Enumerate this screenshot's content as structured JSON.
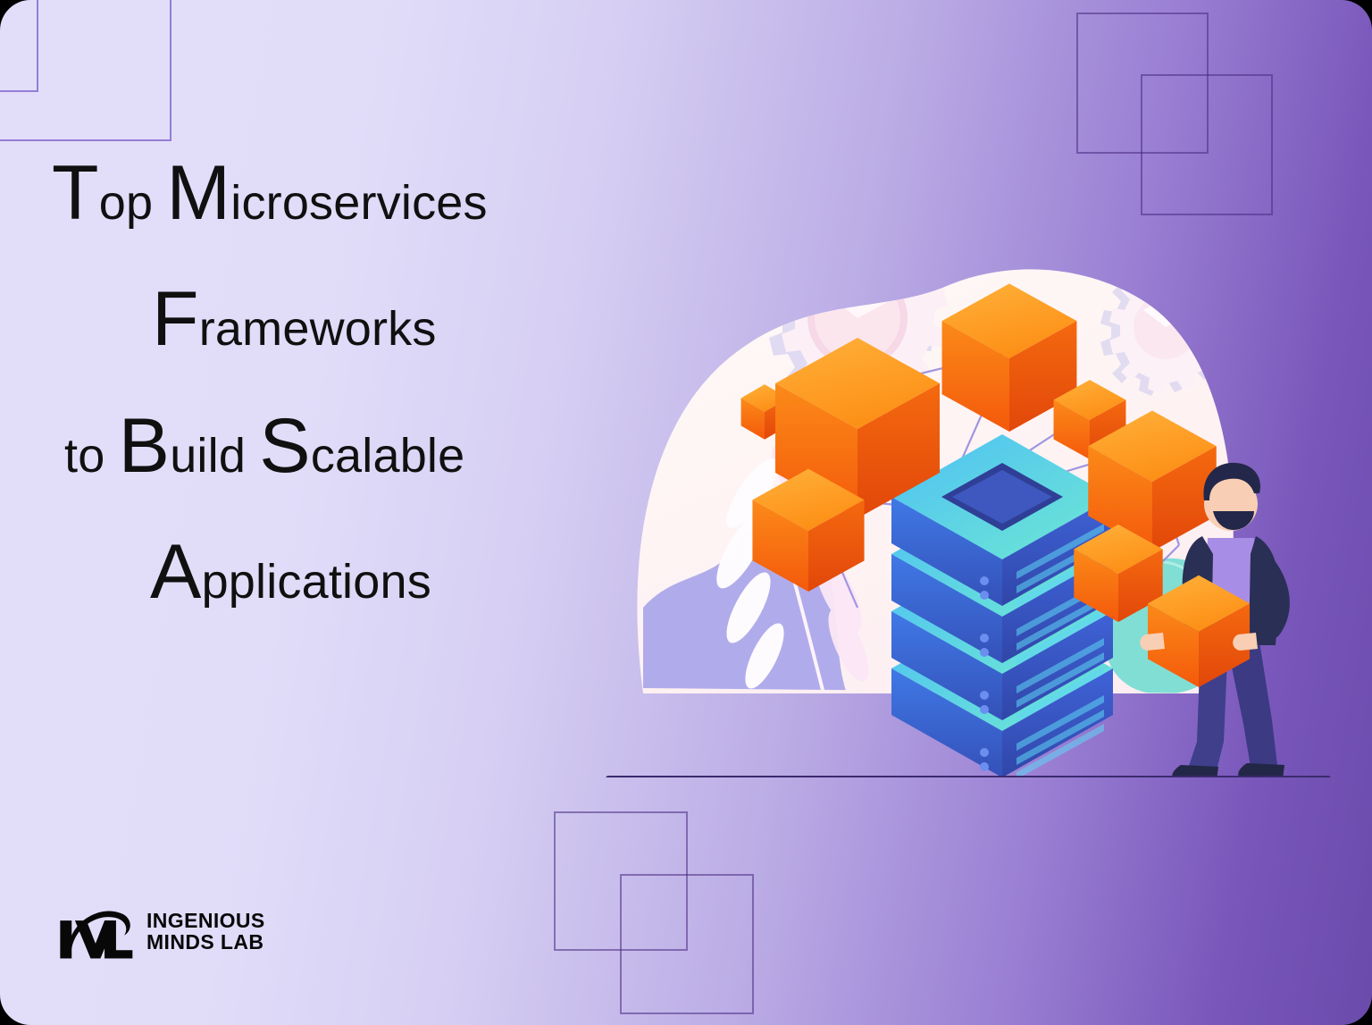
{
  "card": {
    "background_gradient_from": "#e2defa",
    "background_gradient_to": "#6a4bab"
  },
  "headline": {
    "lines": [
      {
        "cap": "T",
        "rest": "op ",
        "cap2": "M",
        "rest2": "icroservices"
      },
      {
        "cap": "F",
        "rest": "rameworks"
      },
      {
        "pre": "to ",
        "cap": "B",
        "rest": "uild ",
        "cap2": "S",
        "rest2": "calable"
      },
      {
        "cap": "A",
        "rest": "pplications"
      }
    ],
    "full_text": "Top Microservices Frameworks to Build Scalable Applications",
    "color": "#101010"
  },
  "logo": {
    "monogram": "IML",
    "line1": "INGENIOUS",
    "line2": "MINDS LAB",
    "color": "#080808"
  },
  "illustration": {
    "name": "microservices-server-network-illustration",
    "palette": {
      "cube_light": "#ffa024",
      "cube_front": "#f96a12",
      "cube_side": "#e8550d",
      "server_top": "#45b7f0",
      "server_body": "#3a63d8",
      "server_edge": "#63e6d0",
      "backdrop_cream": "#fdf2f0",
      "blob_periwinkle": "#a8a5ea",
      "blob_teal": "#6fdcd0",
      "gear_light": "#fbeef4",
      "person_suit": "#2a2f55",
      "person_pants": "#4a4b9c",
      "ground_line": "#3b2a6e"
    },
    "elements": [
      "gear-large",
      "gear-small",
      "leaf-branch",
      "server-stack",
      "orange-cubes-network",
      "person-holding-cube"
    ],
    "cube_count": 8,
    "server_layers": 4
  }
}
